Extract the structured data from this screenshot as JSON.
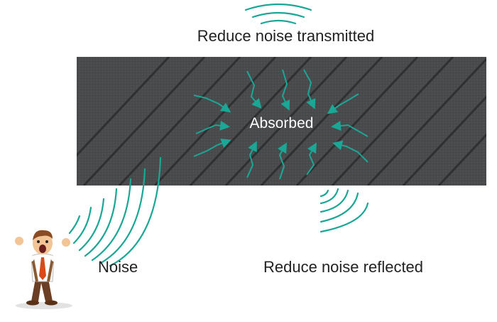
{
  "labels": {
    "transmitted": "Reduce noise transmitted",
    "absorbed": "Absorbed",
    "noise": "Noise",
    "reflected": "Reduce noise reflected"
  },
  "colors": {
    "panel": "#4a4b4d",
    "stripe": "#2f3032",
    "accent": "#1aa796",
    "text": "#222222"
  }
}
